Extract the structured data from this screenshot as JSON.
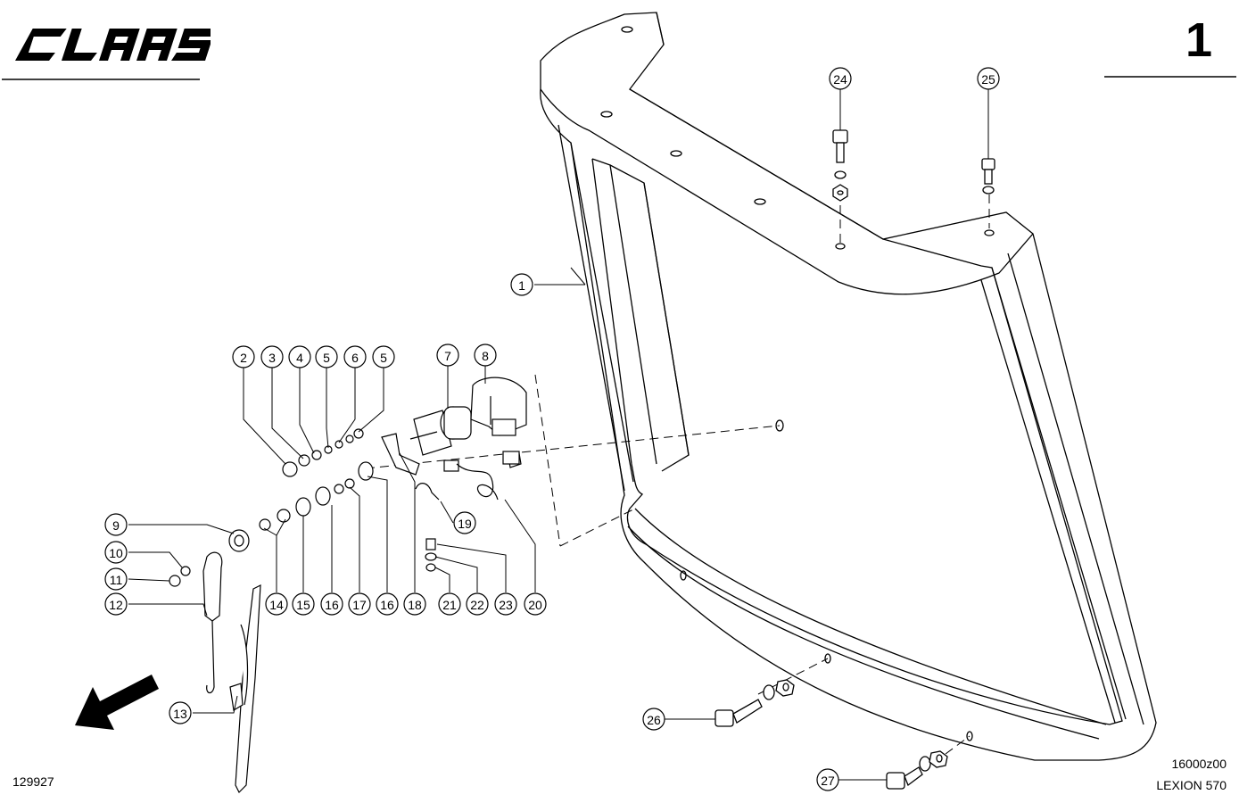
{
  "brand": {
    "logo_text": "CLAAS",
    "color": "#000000"
  },
  "page_number": "1",
  "drawing_number": "129927",
  "group_code": "16000z00",
  "model": "LEXION 570",
  "callouts": [
    "1",
    "2",
    "3",
    "4",
    "5",
    "6",
    "5",
    "7",
    "8",
    "9",
    "10",
    "11",
    "12",
    "13",
    "14",
    "15",
    "16",
    "17",
    "16",
    "18",
    "19",
    "20",
    "21",
    "22",
    "23",
    "24",
    "25",
    "26",
    "27"
  ],
  "icons": {
    "direction_arrow": "arrow-down-left-icon"
  }
}
